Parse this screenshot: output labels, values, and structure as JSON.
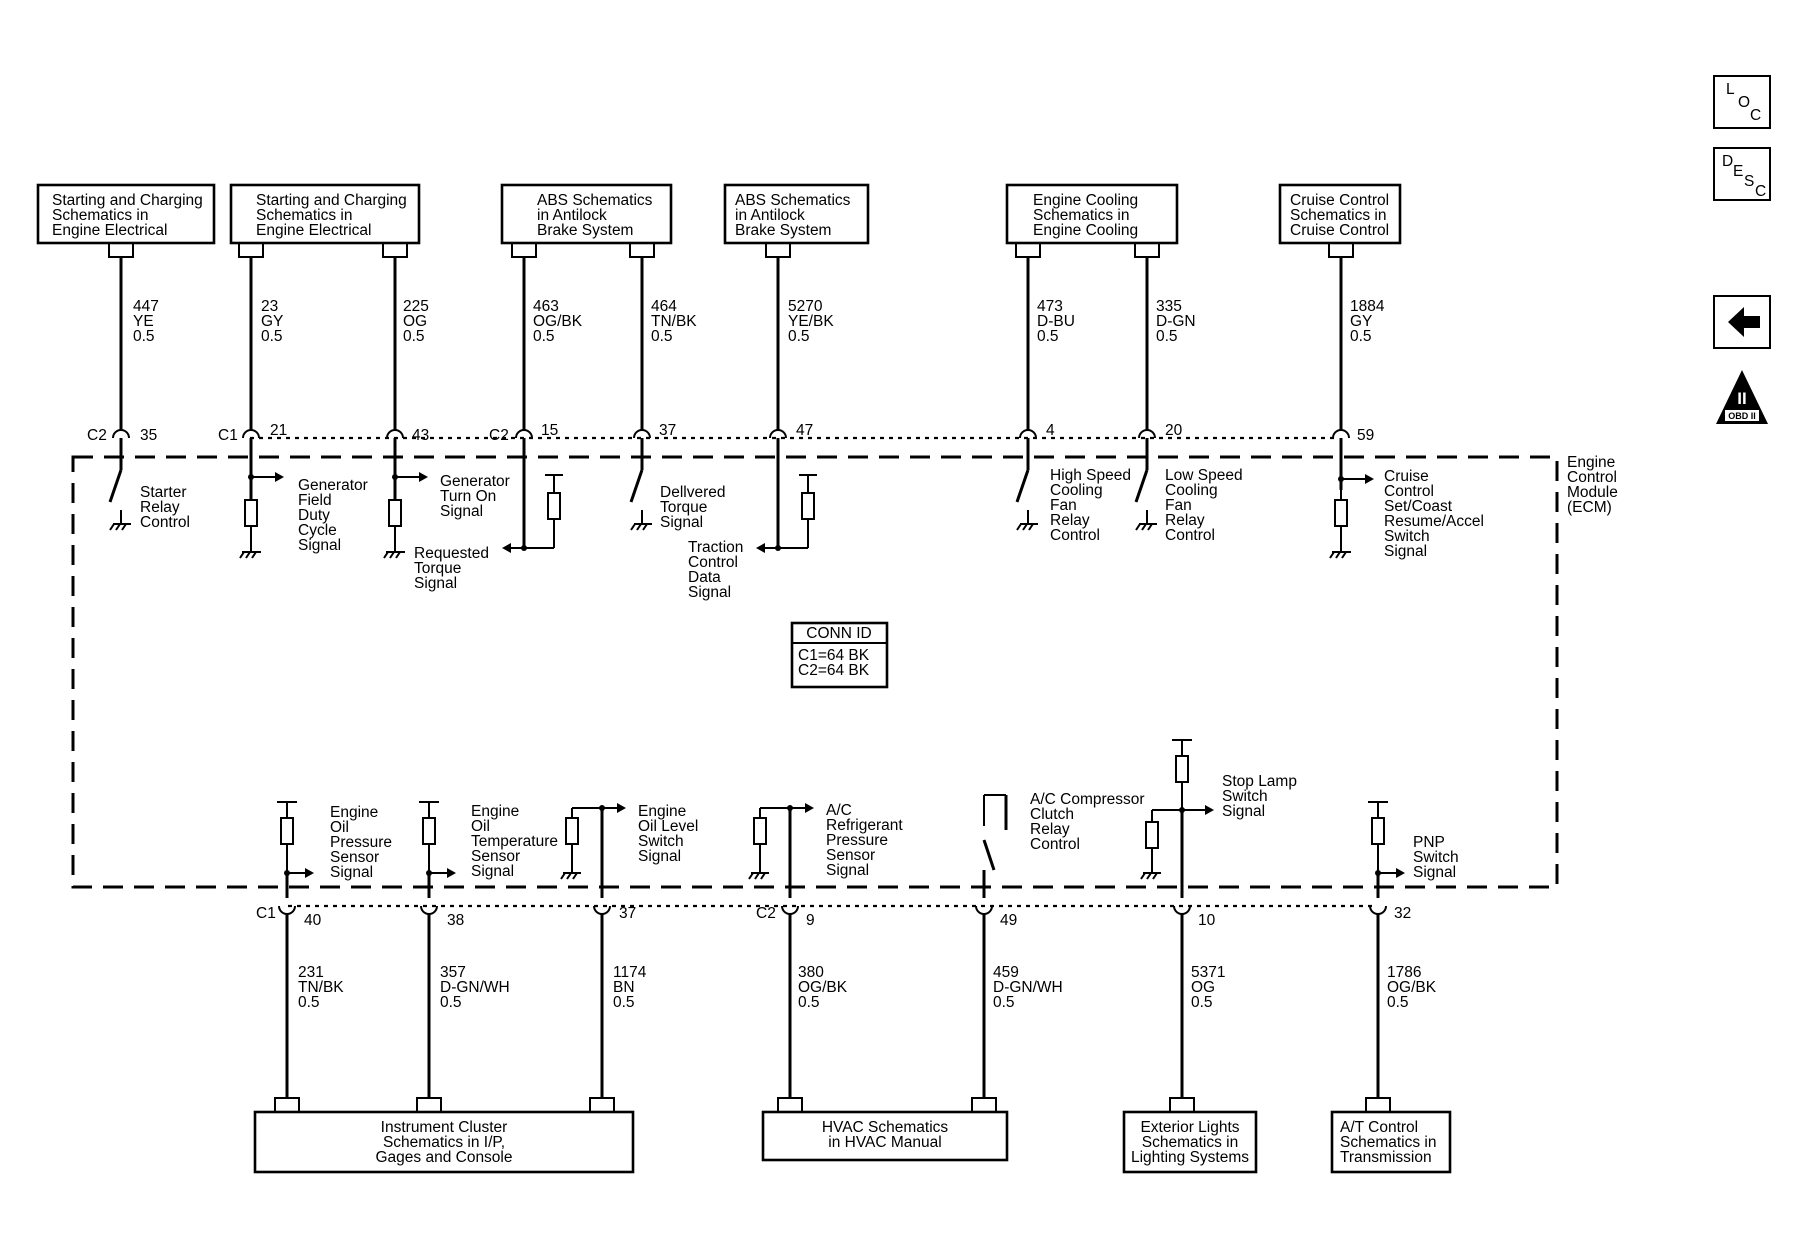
{
  "top_modules": [
    {
      "lines": [
        "Starting and Charging",
        "Schematics in",
        "Engine Electrical"
      ]
    },
    {
      "lines": [
        "Starting and Charging",
        "Schematics in",
        "Engine Electrical"
      ]
    },
    {
      "lines": [
        "ABS Schematics",
        "in Antilock",
        "Brake System"
      ]
    },
    {
      "lines": [
        "ABS Schematics",
        "in Antilock",
        "Brake System"
      ]
    },
    {
      "lines": [
        "Engine Cooling",
        "Schematics in",
        "Engine Cooling"
      ]
    },
    {
      "lines": [
        "Cruise Control",
        "Schematics in",
        "Cruise Control"
      ]
    }
  ],
  "bottom_modules": [
    {
      "lines": [
        "Instrument Cluster",
        "Schematics in I/P,",
        "Gages and Console"
      ]
    },
    {
      "lines": [
        "HVAC Schematics",
        "in HVAC Manual"
      ]
    },
    {
      "lines": [
        "Exterior Lights",
        "Schematics in",
        "Lighting Systems"
      ]
    },
    {
      "lines": [
        "A/T Control",
        "Schematics in",
        "Transmission"
      ]
    }
  ],
  "top_wires": [
    {
      "circuit": "447",
      "color": "YE",
      "size": "0.5",
      "connector": "C2",
      "pin": "35"
    },
    {
      "circuit": "23",
      "color": "GY",
      "size": "0.5",
      "connector": "C1",
      "pin": "21"
    },
    {
      "circuit": "225",
      "color": "OG",
      "size": "0.5",
      "connector": "",
      "pin": "43"
    },
    {
      "circuit": "463",
      "color": "OG/BK",
      "size": "0.5",
      "connector": "C2",
      "pin": "15"
    },
    {
      "circuit": "464",
      "color": "TN/BK",
      "size": "0.5",
      "connector": "",
      "pin": "37"
    },
    {
      "circuit": "5270",
      "color": "YE/BK",
      "size": "0.5",
      "connector": "",
      "pin": "47"
    },
    {
      "circuit": "473",
      "color": "D-BU",
      "size": "0.5",
      "connector": "",
      "pin": "4"
    },
    {
      "circuit": "335",
      "color": "D-GN",
      "size": "0.5",
      "connector": "",
      "pin": "20"
    },
    {
      "circuit": "1884",
      "color": "GY",
      "size": "0.5",
      "connector": "",
      "pin": "59"
    }
  ],
  "bottom_wires": [
    {
      "circuit": "231",
      "color": "TN/BK",
      "size": "0.5",
      "connector": "C1",
      "pin": "40"
    },
    {
      "circuit": "357",
      "color": "D-GN/WH",
      "size": "0.5",
      "connector": "",
      "pin": "38"
    },
    {
      "circuit": "1174",
      "color": "BN",
      "size": "0.5",
      "connector": "",
      "pin": "37"
    },
    {
      "circuit": "380",
      "color": "OG/BK",
      "size": "0.5",
      "connector": "C2",
      "pin": "9"
    },
    {
      "circuit": "459",
      "color": "D-GN/WH",
      "size": "0.5",
      "connector": "",
      "pin": "49"
    },
    {
      "circuit": "5371",
      "color": "OG",
      "size": "0.5",
      "connector": "",
      "pin": "10"
    },
    {
      "circuit": "1786",
      "color": "OG/BK",
      "size": "0.5",
      "connector": "",
      "pin": "32"
    }
  ],
  "signals_top": [
    {
      "lines": [
        "Starter",
        "Relay",
        "Control"
      ]
    },
    {
      "lines": [
        "Generator",
        "Field",
        "Duty",
        "Cycle",
        "Signal"
      ]
    },
    {
      "lines": [
        "Generator",
        "Turn On",
        "Signal"
      ]
    },
    {
      "lines": [
        "Requested",
        "Torque",
        "Signal"
      ]
    },
    {
      "lines": [
        "Dellvered",
        "Torque",
        "Signal"
      ]
    },
    {
      "lines": [
        "Traction",
        "Control",
        "Data",
        "Signal"
      ]
    },
    {
      "lines": [
        "High Speed",
        "Cooling",
        "Fan",
        "Relay",
        "Control"
      ]
    },
    {
      "lines": [
        "Low Speed",
        "Cooling",
        "Fan",
        "Relay",
        "Control"
      ]
    },
    {
      "lines": [
        "Cruise",
        "Control",
        "Set/Coast",
        "Resume/Accel",
        "Switch",
        "Signal"
      ]
    }
  ],
  "signals_bottom": [
    {
      "lines": [
        "Engine",
        "Oil",
        "Pressure",
        "Sensor",
        "Signal"
      ]
    },
    {
      "lines": [
        "Engine",
        "Oil",
        "Temperature",
        "Sensor",
        "Signal"
      ]
    },
    {
      "lines": [
        "Engine",
        "Oil Level",
        "Switch",
        "Signal"
      ]
    },
    {
      "lines": [
        "A/C",
        "Refrigerant",
        "Pressure",
        "Sensor",
        "Signal"
      ]
    },
    {
      "lines": [
        "A/C Compressor",
        "Clutch",
        "Relay",
        "Control"
      ]
    },
    {
      "lines": [
        "Stop Lamp",
        "Switch",
        "Signal"
      ]
    },
    {
      "lines": [
        "PNP",
        "Switch",
        "Signal"
      ]
    }
  ],
  "ecm_label": [
    "Engine",
    "Control",
    "Module",
    "(ECM)"
  ],
  "conn_id": {
    "title": "CONN ID",
    "lines": [
      "C1=64 BK",
      "C2=64 BK"
    ]
  },
  "nav": {
    "loc": {
      "letters": [
        "L",
        "O",
        "C"
      ]
    },
    "desc": {
      "letters": [
        "D",
        "E",
        "S",
        "C"
      ]
    },
    "obd": {
      "numeral": "II",
      "label": "OBD II"
    }
  }
}
